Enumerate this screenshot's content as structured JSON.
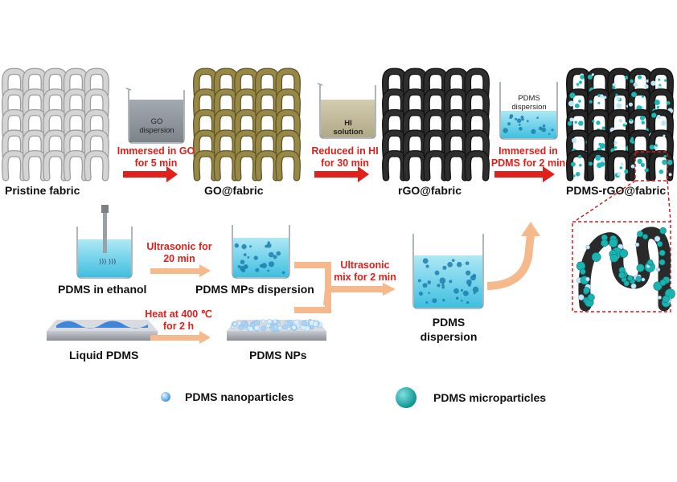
{
  "top_row": {
    "pristine_label": "Pristine fabric",
    "go_fabric_label": "GO@fabric",
    "rgo_fabric_label": "rGO@fabric",
    "pdms_rgo_fabric_label": "PDMS-rGO@fabric",
    "beaker1_text_1": "GO",
    "beaker1_text_2": "dispersion",
    "beaker2_text_1": "HI",
    "beaker2_text_2": "solution",
    "beaker3_text_1": "PDMS",
    "beaker3_text_2": "dispersion",
    "step1_line1": "Immersed in GO",
    "step1_line2": "for 5 min",
    "step2_line1": "Reduced in HI",
    "step2_line2": "for 30 min",
    "step3_line1": "Immersed in",
    "step3_line2": "PDMS for 2 min"
  },
  "bottom": {
    "pdms_ethanol_label": "PDMS in ethanol",
    "mps_label": "PDMS MPs dispersion",
    "liquid_label": "Liquid PDMS",
    "nps_label": "PDMS NPs",
    "dispersion_line1": "PDMS",
    "dispersion_line2": "dispersion",
    "ultra1_line1": "Ultrasonic for",
    "ultra1_line2": "20 min",
    "heat_line1": "Heat at 400 ℃",
    "heat_line2": "for 2 h",
    "mix_line1": "Ultrasonic",
    "mix_line2": "mix for 2 min"
  },
  "legend": {
    "nano_label": "PDMS nanoparticles",
    "micro_label": "PDMS microparticles"
  },
  "colors": {
    "red_arrow": "#e0201b",
    "orange_arrow": "#f6b88d",
    "pristine": "#cfcfcf",
    "go": "#8f7f3e",
    "rgo": "#2b2b2b",
    "teal": "#1bb8b5",
    "water": "#7fd6ea"
  }
}
